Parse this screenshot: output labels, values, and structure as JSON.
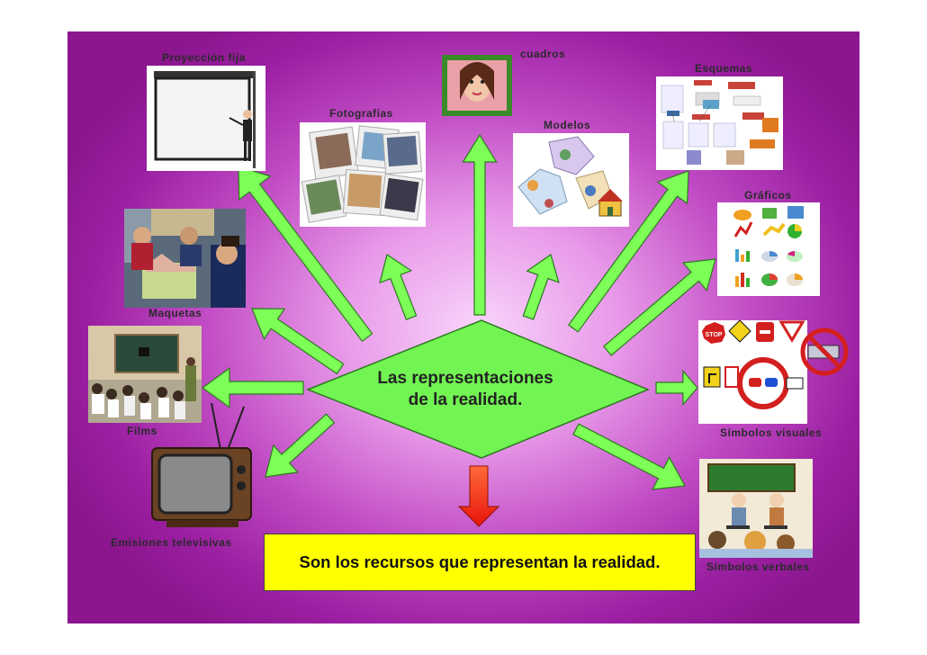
{
  "center": {
    "line1": "Las representaciones",
    "line2": "de la realidad."
  },
  "bottom_text": "Son los recursos que representan la realidad.",
  "labels": {
    "proyeccion": "Proyección fija",
    "cuadros": "cuadros",
    "esquemas": "Esquemas",
    "fotografias": "Fotografías",
    "modelos": "Modelos",
    "graficos": "Gráficos",
    "maquetas": "Maquetas",
    "films": "Films",
    "simbolos_visuales": "Símbolos visuales",
    "emisiones": "Emisiones televisivas",
    "simbolos_verbales": "Símbolos verbales"
  },
  "signs": {
    "stop": "STOP"
  },
  "colors": {
    "arrow_fill": "#7dff57",
    "arrow_stroke": "#2c7a1f",
    "down_arrow": "#ff3b1e",
    "box": "#ffff00",
    "background": "#9a1fa1"
  }
}
